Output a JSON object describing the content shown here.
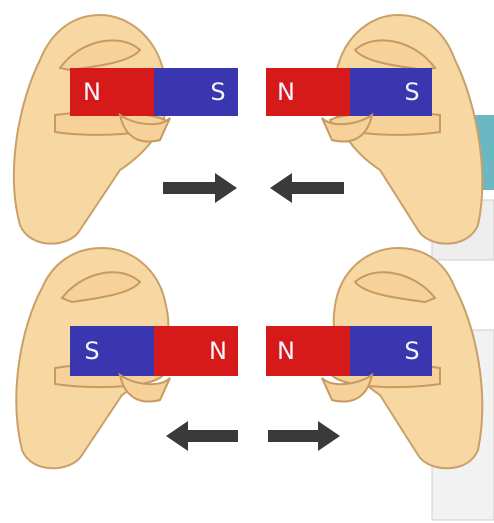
{
  "top_row": {
    "left_magnet": {
      "left_pole": "N",
      "right_pole": "S"
    },
    "right_magnet": {
      "left_pole": "N",
      "right_pole": "S"
    },
    "arrows": "toward-each-other"
  },
  "bottom_row": {
    "left_magnet": {
      "left_pole": "S",
      "right_pole": "N"
    },
    "right_magnet": {
      "left_pole": "N",
      "right_pole": "S"
    },
    "arrows": "away-from-each-other"
  },
  "colors": {
    "north_pole": "#d61a1a",
    "south_pole": "#3a36b0",
    "hand": "#f7d8a2",
    "arrow": "#3a3a3a",
    "accent_teal": "#6bb7c4"
  }
}
